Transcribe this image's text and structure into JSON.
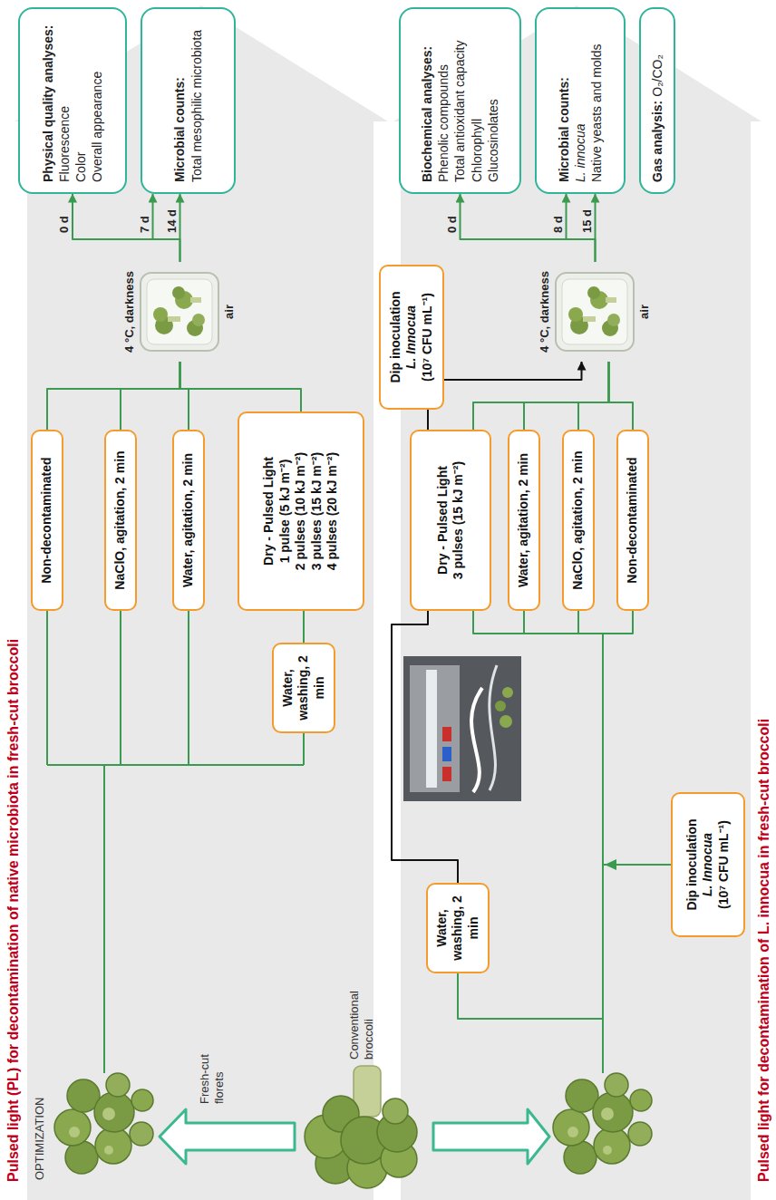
{
  "diagram": {
    "title": "Pulsed light (PL) for decontamination of native microbiota in fresh-cut broccoli",
    "nodes": [
      {
        "text": [
          "Non-decontaminated"
        ]
      },
      {
        "text": [
          "NaClO, agitation, 2 min"
        ]
      },
      {
        "text": [
          "Water, agitation, 2 min"
        ]
      },
      {
        "text": [
          "Dry - Pulsed Light",
          "1 pulse (5 kJ m⁻²)",
          "2 pulses (10 kJ m⁻²)",
          "3 pulses (15 kJ m⁻²)",
          "4 pulses (20 kJ m⁻²)"
        ]
      },
      {
        "text": [
          "Water, washing, 2 min"
        ]
      },
      {
        "text": [
          "4 °C, darkness",
          "air"
        ]
      },
      {
        "text": [
          "Physical quality analyses:",
          "Fluorescence",
          "Color",
          "Overall appearance"
        ]
      },
      {
        "text": [
          "Microbial counts:",
          "Total mesophilic microbiota"
        ]
      },
      {
        "text": [
          "Dip inoculation",
          "L. Innocua",
          "(10⁷ CFU mL⁻¹)"
        ]
      },
      {
        "text": [
          "Dry - Pulsed Light",
          "3 pulses (15 kJ m⁻²)"
        ]
      },
      {
        "text": [
          "Water, agitation, 2 min"
        ]
      },
      {
        "text": [
          "NaClO, agitation, 2 min"
        ]
      },
      {
        "text": [
          "Non-decontaminated"
        ]
      },
      {
        "text": [
          "Water, washing, 2 min"
        ]
      },
      {
        "text": [
          "Dip inoculation",
          "L. Innocua",
          "(10⁷ CFU mL⁻¹)"
        ]
      },
      {
        "text": [
          "4 °C, darkness",
          "air"
        ]
      },
      {
        "text": [
          "Biochemical analyses:",
          "Phenolic compounds",
          "Total antioxidant capacity",
          "Chlorophyll",
          "Glucosinolates"
        ]
      },
      {
        "text": [
          "Microbial counts:",
          "L. innocua",
          "Native yeasts and molds"
        ]
      },
      {
        "text": [
          "Gas analysis:",
          "O₂/CO₂"
        ]
      }
    ],
    "edges": [
      {
        "from": 4,
        "to": 3,
        "arrow": "none"
      },
      {
        "from": 0,
        "to": 5,
        "arrow": "none"
      },
      {
        "from": 1,
        "to": 5,
        "arrow": "none"
      },
      {
        "from": 2,
        "to": 5,
        "arrow": "none"
      },
      {
        "from": 3,
        "to": 5,
        "arrow": "none"
      },
      {
        "from": 5,
        "to": 6,
        "arrow": "to"
      },
      {
        "from": 5,
        "to": 7,
        "arrow": "to"
      },
      {
        "from": 13,
        "to": 9,
        "arrow": "none"
      },
      {
        "from": 14,
        "to": 9,
        "arrow": "none"
      },
      {
        "from": 14,
        "to": 10,
        "arrow": "none"
      },
      {
        "from": 14,
        "to": 11,
        "arrow": "none"
      },
      {
        "from": 14,
        "to": 12,
        "arrow": "none"
      },
      {
        "from": 9,
        "to": 8,
        "arrow": "none"
      },
      {
        "from": 8,
        "to": 15,
        "arrow": "to"
      },
      {
        "from": 9,
        "to": 15,
        "arrow": "none"
      },
      {
        "from": 10,
        "to": 15,
        "arrow": "none"
      },
      {
        "from": 11,
        "to": 15,
        "arrow": "none"
      },
      {
        "from": 12,
        "to": 15,
        "arrow": "none"
      },
      {
        "from": 15,
        "to": 16,
        "arrow": "to"
      },
      {
        "from": 15,
        "to": 17,
        "arrow": "to"
      }
    ],
    "labels": [
      "OPTIMIZATION",
      "Pulsed light for decontamination of L. innocua in fresh-cut broccoli",
      "Fresh-cut florets",
      "Conventional broccoli",
      "0 d",
      "7 d",
      "14 d",
      "0 d",
      "8 d",
      "15 d"
    ]
  }
}
